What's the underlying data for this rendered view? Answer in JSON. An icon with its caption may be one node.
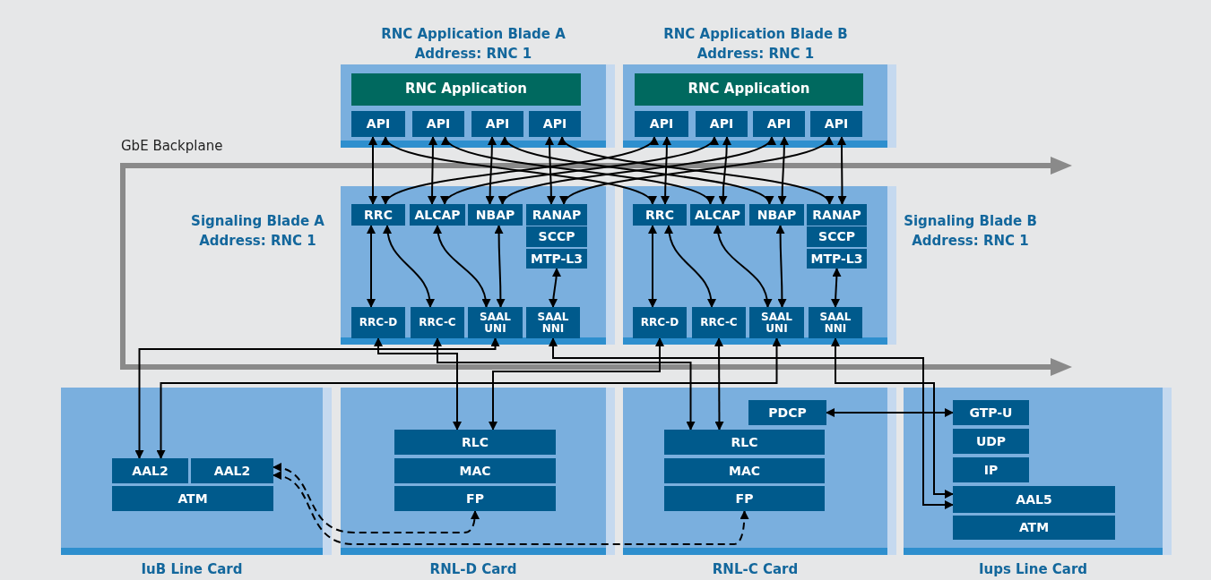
{
  "diagram": {
    "nodes": [
      {
        "text": [
          "RNC Application Blade A Address: RNC 1"
        ]
      },
      {
        "text": [
          "RNC Application"
        ],
        "in": 0
      },
      {
        "text": [
          "API"
        ],
        "in": 0
      },
      {
        "text": [
          "API"
        ],
        "in": 0
      },
      {
        "text": [
          "API"
        ],
        "in": 0
      },
      {
        "text": [
          "API"
        ],
        "in": 0
      },
      {
        "text": [
          "RNC Application Blade B Address: RNC 1"
        ]
      },
      {
        "text": [
          "RNC Application"
        ],
        "in": 6
      },
      {
        "text": [
          "API"
        ],
        "in": 6
      },
      {
        "text": [
          "API"
        ],
        "in": 6
      },
      {
        "text": [
          "API"
        ],
        "in": 6
      },
      {
        "text": [
          "API"
        ],
        "in": 6
      },
      {
        "text": [
          "Signaling Blade A Address: RNC 1"
        ]
      },
      {
        "text": [
          "RRC"
        ],
        "in": 12
      },
      {
        "text": [
          "ALCAP"
        ],
        "in": 12
      },
      {
        "text": [
          "NBAP"
        ],
        "in": 12
      },
      {
        "text": [
          "RANAP"
        ],
        "in": 12
      },
      {
        "text": [
          "SCCP"
        ],
        "in": 12
      },
      {
        "text": [
          "MTP-L3"
        ],
        "in": 12
      },
      {
        "text": [
          "RRC-D"
        ],
        "in": 12
      },
      {
        "text": [
          "RRC-C"
        ],
        "in": 12
      },
      {
        "text": [
          "SAAL UNI"
        ],
        "in": 12
      },
      {
        "text": [
          "SAAL NNI"
        ],
        "in": 12
      },
      {
        "text": [
          "Signaling Blade B Address: RNC 1"
        ]
      },
      {
        "text": [
          "RRC"
        ],
        "in": 23
      },
      {
        "text": [
          "ALCAP"
        ],
        "in": 23
      },
      {
        "text": [
          "NBAP"
        ],
        "in": 23
      },
      {
        "text": [
          "RANAP"
        ],
        "in": 23
      },
      {
        "text": [
          "SCCP"
        ],
        "in": 23
      },
      {
        "text": [
          "MTP-L3"
        ],
        "in": 23
      },
      {
        "text": [
          "RRC-D"
        ],
        "in": 23
      },
      {
        "text": [
          "RRC-C"
        ],
        "in": 23
      },
      {
        "text": [
          "SAAL UNI"
        ],
        "in": 23
      },
      {
        "text": [
          "SAAL NNI"
        ],
        "in": 23
      },
      {
        "text": [
          "IuB Line Card"
        ]
      },
      {
        "text": [
          "AAL2"
        ],
        "in": 34
      },
      {
        "text": [
          "AAL2"
        ],
        "in": 34
      },
      {
        "text": [
          "ATM"
        ],
        "in": 34
      },
      {
        "text": [
          "RNL-D Card"
        ]
      },
      {
        "text": [
          "RLC"
        ],
        "in": 38
      },
      {
        "text": [
          "MAC"
        ],
        "in": 38
      },
      {
        "text": [
          "FP"
        ],
        "in": 38
      },
      {
        "text": [
          "RNL-C Card"
        ]
      },
      {
        "text": [
          "PDCP"
        ],
        "in": 42
      },
      {
        "text": [
          "RLC"
        ],
        "in": 42
      },
      {
        "text": [
          "MAC"
        ],
        "in": 42
      },
      {
        "text": [
          "FP"
        ],
        "in": 42
      },
      {
        "text": [
          "Iups Line Card"
        ]
      },
      {
        "text": [
          "GTP-U"
        ],
        "in": 47
      },
      {
        "text": [
          "UDP"
        ],
        "in": 47
      },
      {
        "text": [
          "IP"
        ],
        "in": 47
      },
      {
        "text": [
          "AAL5"
        ],
        "in": 47
      },
      {
        "text": [
          "ATM"
        ],
        "in": 47
      }
    ],
    "edges": [
      {
        "from": 2,
        "to": 13,
        "arrow": "both"
      },
      {
        "from": 3,
        "to": 14,
        "arrow": "both"
      },
      {
        "from": 4,
        "to": 15,
        "arrow": "both"
      },
      {
        "from": 5,
        "to": 16,
        "arrow": "both"
      },
      {
        "from": 2,
        "to": 24,
        "arrow": "both"
      },
      {
        "from": 3,
        "to": 25,
        "arrow": "both"
      },
      {
        "from": 4,
        "to": 26,
        "arrow": "both"
      },
      {
        "from": 5,
        "to": 27,
        "arrow": "both"
      },
      {
        "from": 8,
        "to": 13,
        "arrow": "both"
      },
      {
        "from": 9,
        "to": 14,
        "arrow": "both"
      },
      {
        "from": 10,
        "to": 15,
        "arrow": "both"
      },
      {
        "from": 11,
        "to": 16,
        "arrow": "both"
      },
      {
        "from": 8,
        "to": 24,
        "arrow": "both"
      },
      {
        "from": 9,
        "to": 25,
        "arrow": "both"
      },
      {
        "from": 10,
        "to": 26,
        "arrow": "both"
      },
      {
        "from": 11,
        "to": 27,
        "arrow": "both"
      },
      {
        "from": 13,
        "to": 19,
        "arrow": "both"
      },
      {
        "from": 13,
        "to": 20,
        "arrow": "both"
      },
      {
        "from": 14,
        "to": 21,
        "arrow": "both"
      },
      {
        "from": 15,
        "to": 21,
        "arrow": "both"
      },
      {
        "from": 18,
        "to": 22,
        "arrow": "both"
      },
      {
        "from": 24,
        "to": 30,
        "arrow": "both"
      },
      {
        "from": 24,
        "to": 31,
        "arrow": "both"
      },
      {
        "from": 25,
        "to": 32,
        "arrow": "both"
      },
      {
        "from": 26,
        "to": 32,
        "arrow": "both"
      },
      {
        "from": 29,
        "to": 33,
        "arrow": "both"
      },
      {
        "from": 19,
        "to": 39,
        "arrow": "both"
      },
      {
        "from": 20,
        "to": 44,
        "arrow": "both"
      },
      {
        "from": 21,
        "to": 35,
        "arrow": "both"
      },
      {
        "from": 22,
        "to": 51,
        "arrow": "both"
      },
      {
        "from": 30,
        "to": 39,
        "arrow": "both"
      },
      {
        "from": 31,
        "to": 44,
        "arrow": "both"
      },
      {
        "from": 32,
        "to": 35,
        "arrow": "both"
      },
      {
        "from": 33,
        "to": 51,
        "arrow": "both"
      },
      {
        "from": 43,
        "to": 48,
        "arrow": "both"
      },
      {
        "from": 36,
        "to": 41,
        "arrow": "both",
        "style": "dashed"
      },
      {
        "from": 36,
        "to": 46,
        "arrow": "both",
        "style": "dashed"
      }
    ],
    "labels": [
      "GbE Backplane"
    ]
  }
}
